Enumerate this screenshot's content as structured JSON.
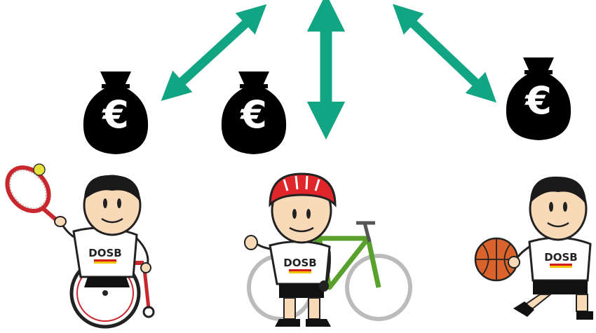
{
  "colors": {
    "arrow": "#12a583",
    "bag": "#000000",
    "skin": "#f8d9b8",
    "hair": "#1a1a1a",
    "shirt": "#ffffff",
    "racket": "#c8272d",
    "helmet": "#e0262b",
    "bike_frame": "#5aa02c",
    "basketball": "#d9632a"
  },
  "money_bags": [
    {
      "symbol": "€",
      "icon": "money-bag-euro-icon"
    },
    {
      "symbol": "€",
      "icon": "money-bag-euro-icon"
    },
    {
      "symbol": "€",
      "icon": "money-bag-euro-icon"
    }
  ],
  "arrows": [
    {
      "icon": "double-arrow-diagonal-icon"
    },
    {
      "icon": "double-arrow-vertical-icon"
    },
    {
      "icon": "double-arrow-diagonal-icon"
    }
  ],
  "figures": [
    {
      "sport": "wheelchair-tennis",
      "shirt_logo": "DOSB"
    },
    {
      "sport": "cycling",
      "shirt_logo": "DOSB"
    },
    {
      "sport": "basketball",
      "shirt_logo": "DOSB"
    }
  ]
}
